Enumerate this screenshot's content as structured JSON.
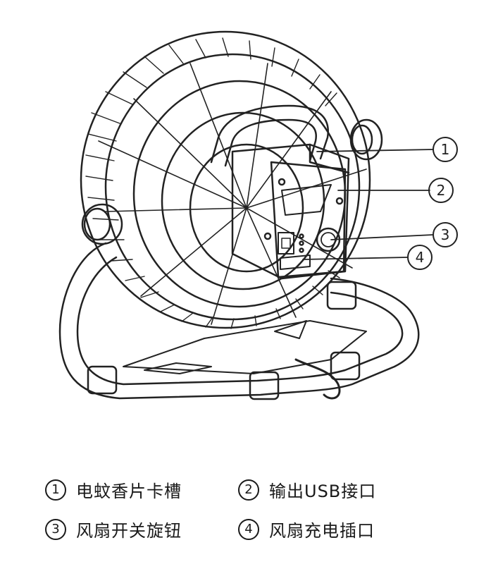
{
  "callouts": [
    {
      "num": "1",
      "label": "电蚊香片卡槽"
    },
    {
      "num": "2",
      "label": "输出USB接口"
    },
    {
      "num": "3",
      "label": "风扇开关旋钮"
    },
    {
      "num": "4",
      "label": "风扇充电插口"
    }
  ]
}
